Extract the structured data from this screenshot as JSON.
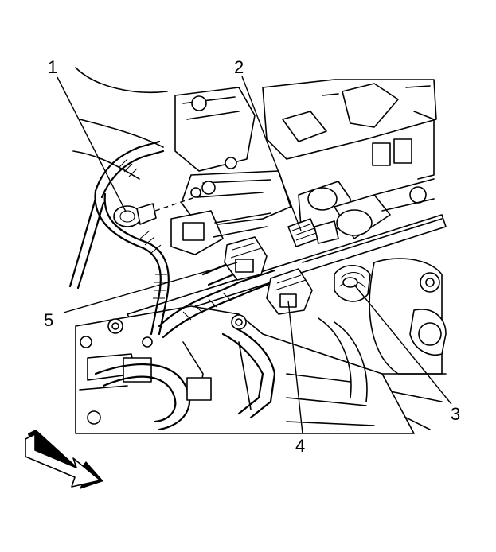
{
  "callouts": [
    {
      "id": "1",
      "label": "1"
    },
    {
      "id": "2",
      "label": "2"
    },
    {
      "id": "3",
      "label": "3"
    },
    {
      "id": "4",
      "label": "4"
    },
    {
      "id": "5",
      "label": "5"
    }
  ],
  "colors": {
    "line": "#000000",
    "background": "#ffffff",
    "shade": "#e6e6e6"
  },
  "icons": {
    "direction_indicator": "front-arrow-icon"
  }
}
